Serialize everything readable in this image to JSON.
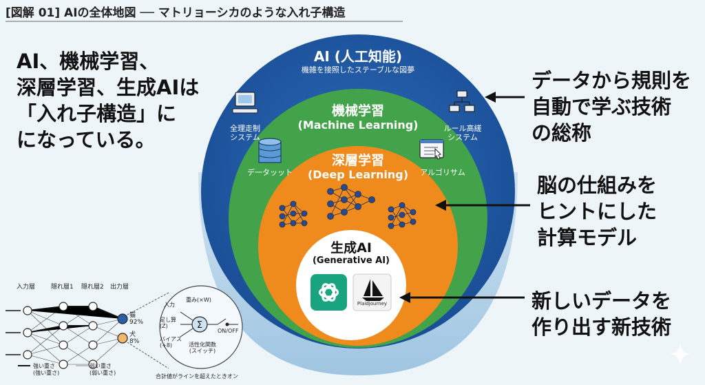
{
  "header": {
    "title": "[図解 01] AIの全体地図 ── マトリョーシカのような入れ子構造"
  },
  "intro": {
    "lines": [
      "AI、機械学習、",
      "深層学習、生成AIは",
      "「入れ子構造」に",
      "になっている。"
    ]
  },
  "circles": {
    "ai": {
      "title": "AI (人工知能)",
      "subtitle": "機雑を接照したステーブルな図夢",
      "left_label": [
        "全理走制",
        "システム"
      ],
      "right_label": [
        "ルール高縒",
        "システム"
      ]
    },
    "ml": {
      "title": "機械学習",
      "subtitle": "(Machine Learning)",
      "left_label": "デ一タッット",
      "right_label": "アルゴリサム"
    },
    "dl": {
      "title": "深層学習",
      "subtitle": "(Deep Learning)"
    },
    "gen": {
      "title": "生成AI",
      "subtitle": "(Generative AI)",
      "app2": "Plaidjourney"
    }
  },
  "callouts": {
    "ai": [
      "データから規則を",
      "自動で学ぶ技術",
      "の総称"
    ],
    "dl": [
      "脳の仕組みを",
      "ヒントにした",
      "計算モデル"
    ],
    "gen": [
      "新しいデータを",
      "作り出す新技術"
    ]
  },
  "nn": {
    "layers": [
      "入力層",
      "隠れ層1",
      "隠れ層2",
      "出力層"
    ],
    "outputs": [
      {
        "name": "猫",
        "pct": "92%"
      },
      {
        "name": "犬",
        "pct": "8%"
      }
    ],
    "legend": [
      [
        "強い重さ",
        "(強い重さ)"
      ],
      [
        "弱い重さ",
        "(弱い重さ)"
      ]
    ],
    "neuron": {
      "input": "入力",
      "weight": "重み(×W)",
      "sum": [
        "足し算",
        "(Z)"
      ],
      "bias": [
        "バイアス",
        "(+8)"
      ],
      "activation": [
        "活性化関数",
        "(スイッチ)"
      ],
      "onoff": "ON/OFF"
    },
    "footnote": "合計値がラインを超えたときオン"
  }
}
